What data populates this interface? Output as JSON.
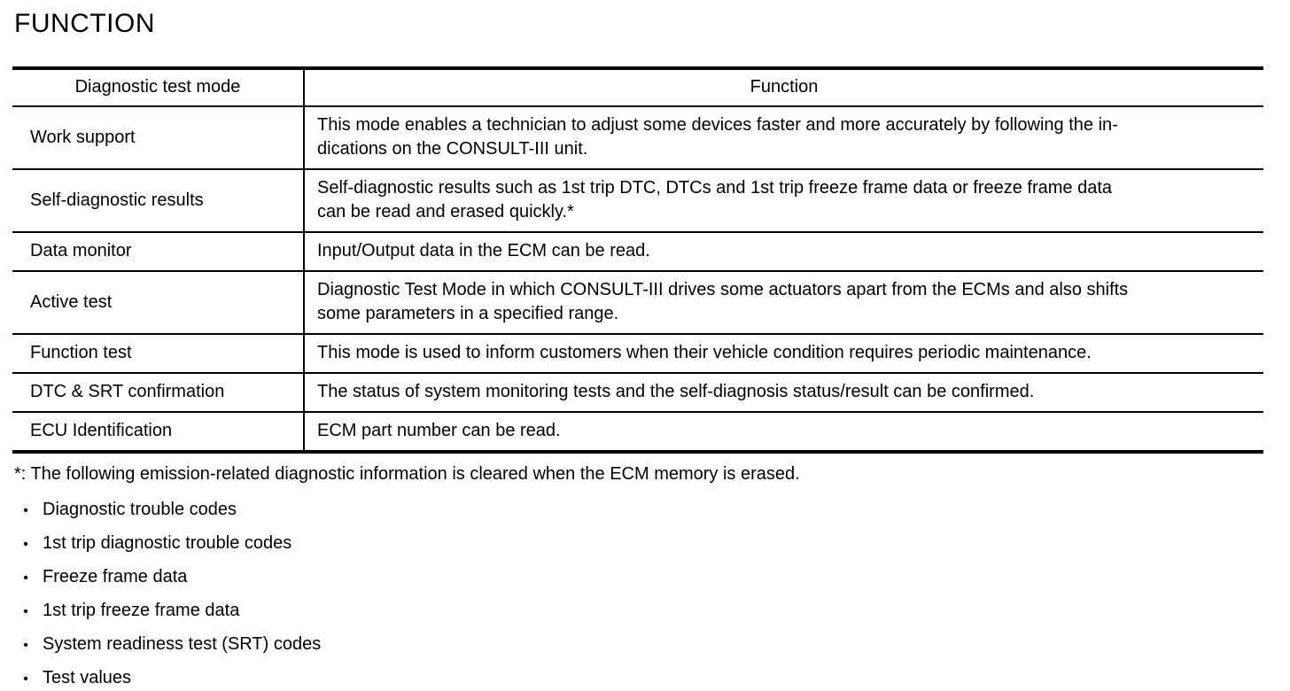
{
  "page": {
    "title": "FUNCTION"
  },
  "table": {
    "headers": {
      "mode": "Diagnostic test mode",
      "function": "Function"
    },
    "rows": [
      {
        "mode": "Work support",
        "function": "This mode enables a technician to adjust some devices faster and more accurately by following the in-\ndications on the CONSULT-III unit."
      },
      {
        "mode": "Self-diagnostic results",
        "function": "Self-diagnostic results such as 1st trip DTC, DTCs and 1st trip freeze frame data or freeze frame data\ncan be read and erased quickly.*"
      },
      {
        "mode": "Data monitor",
        "function": "Input/Output data in the ECM can be read."
      },
      {
        "mode": "Active test",
        "function": "Diagnostic Test Mode in which CONSULT-III drives some actuators apart from the ECMs and also shifts\nsome parameters in a specified range."
      },
      {
        "mode": "Function test",
        "function": "This mode is used to inform customers when their vehicle condition requires periodic maintenance."
      },
      {
        "mode": "DTC & SRT confirmation",
        "function": "The status of system monitoring tests and the self-diagnosis status/result can be confirmed."
      },
      {
        "mode": "ECU Identification",
        "function": "ECM part number can be read."
      }
    ]
  },
  "footnote": "*: The following emission-related diagnostic information is cleared when the ECM memory is erased.",
  "bullets": {
    "marker": "•",
    "items": [
      "Diagnostic trouble codes",
      "1st trip diagnostic trouble codes",
      "Freeze frame data",
      "1st trip freeze frame data",
      "System readiness test (SRT) codes",
      "Test values"
    ]
  },
  "colors": {
    "text": "#000000",
    "background": "#ffffff",
    "border": "#000000"
  }
}
